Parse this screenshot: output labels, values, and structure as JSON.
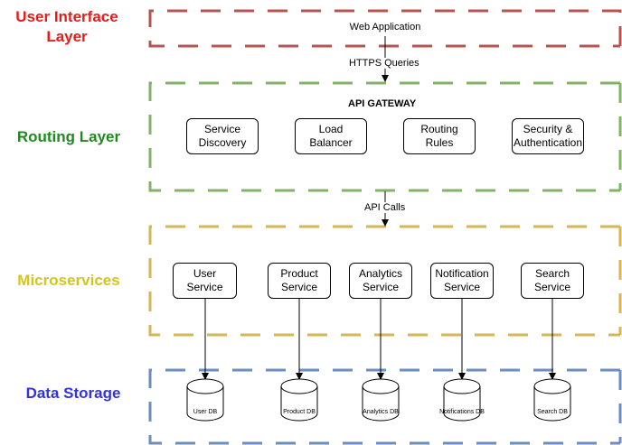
{
  "colors": {
    "ui": "#b85450",
    "routing": "#82b366",
    "services": "#d6b656",
    "storage": "#6c8ebf",
    "ui_text": "#e81b1b",
    "routing_text": "#1f8a1f",
    "services_text": "#d4c51b",
    "storage_text": "#3333dd"
  },
  "layers": {
    "ui": {
      "label_line1": "User Interface",
      "label_line2": "Layer",
      "app_label": "Web Application"
    },
    "routing": {
      "label": "Routing Layer",
      "title": "API GATEWAY"
    },
    "services": {
      "label": "Microservices"
    },
    "storage": {
      "label": "Data Storage"
    }
  },
  "edges": {
    "https": "HTTPS Queries",
    "api_calls": "API Calls"
  },
  "gateway_components": [
    {
      "label": "Service\nDiscovery"
    },
    {
      "label": "Load\nBalancer"
    },
    {
      "label": "Routing\nRules"
    },
    {
      "label": "Security &\nAuthentication"
    }
  ],
  "services": [
    {
      "label": "User\nService"
    },
    {
      "label": "Product\nService"
    },
    {
      "label": "Analytics\nService"
    },
    {
      "label": "Notification\nService"
    },
    {
      "label": "Search\nService"
    }
  ],
  "databases": [
    {
      "label": "User DB"
    },
    {
      "label": "Product DB"
    },
    {
      "label": "Analytics DB"
    },
    {
      "label": "Notifications DB"
    },
    {
      "label": "Search DB"
    }
  ]
}
